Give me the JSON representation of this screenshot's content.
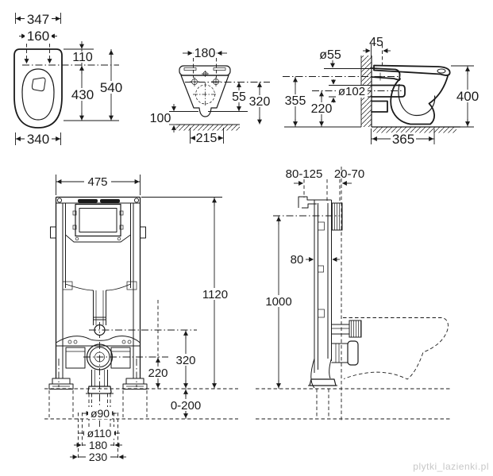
{
  "watermark": "plytki_lazienki.pl",
  "views": {
    "pan_top": {
      "dims": {
        "overall_width": "347",
        "seat_hinge_spacing": "160",
        "hinge_offset": "110",
        "bowl_length": "430",
        "overall_length": "540",
        "body_width": "340"
      }
    },
    "pan_front": {
      "dims": {
        "fixing_bolt_spacing": "180",
        "axis_to_outlet": "55",
        "fixing_axis_height": "320",
        "outlet_height": "100",
        "base_width": "215"
      }
    },
    "pan_side": {
      "dims": {
        "wall_clearance": "45",
        "inlet_diameter": "ø55",
        "outlet_diameter": "ø102",
        "inlet_axis_height": "355",
        "outlet_axis_height": "220",
        "overall_height": "400",
        "overall_depth": "365"
      }
    },
    "frame_front": {
      "dims": {
        "frame_width": "475",
        "frame_height": "1120",
        "water_axis_height": "320",
        "drain_axis_height": "220",
        "floor_buildup_range": "0-200",
        "drain_pipe_diameter": "ø90",
        "sleeve_diameter": "ø110",
        "anchor_spacing": "180",
        "base_spacing": "230"
      }
    },
    "frame_side": {
      "dims": {
        "frame_to_wall_range": "80-125",
        "lining_range": "20-70",
        "frame_depth": "80",
        "flush_axis_height": "1000"
      }
    }
  }
}
